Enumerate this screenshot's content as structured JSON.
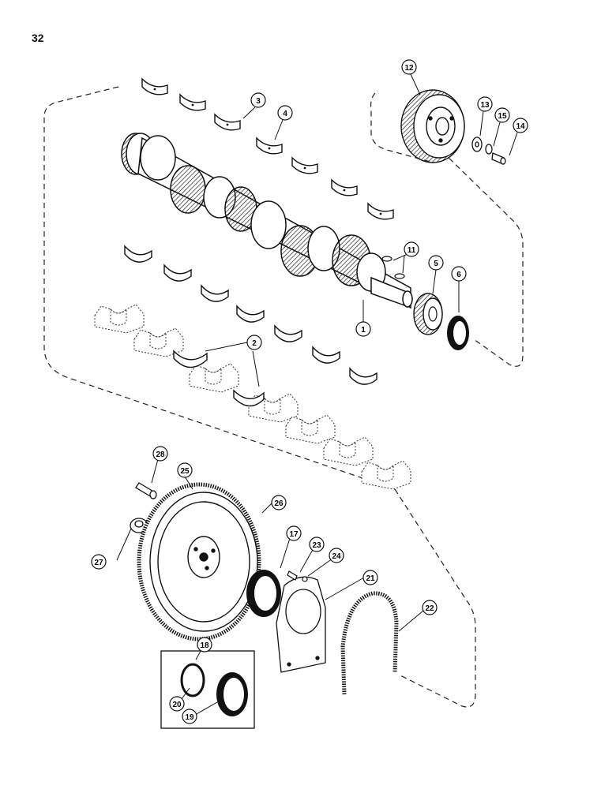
{
  "page": {
    "number": "32"
  },
  "callouts": {
    "1": "1",
    "2": "2",
    "3": "3",
    "4": "4",
    "5": "5",
    "6": "6",
    "11": "11",
    "12": "12",
    "13": "13",
    "14": "14",
    "15": "15",
    "17": "17",
    "18": "18",
    "19": "19",
    "20": "20",
    "21": "21",
    "22": "22",
    "23": "23",
    "24": "24",
    "25": "25",
    "26": "26",
    "27": "27",
    "28": "28"
  }
}
